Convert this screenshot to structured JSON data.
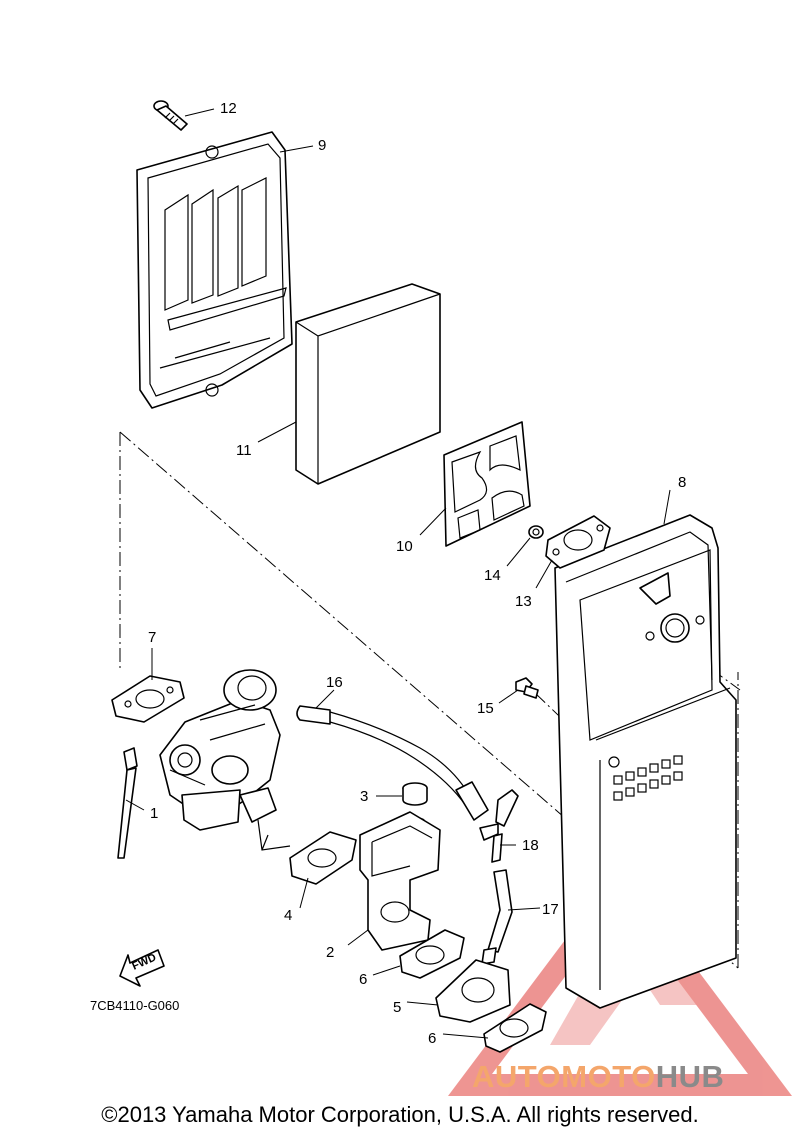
{
  "diagram": {
    "callouts": {
      "p1": "1",
      "p2": "2",
      "p3": "3",
      "p4": "4",
      "p5": "5",
      "p6a": "6",
      "p6b": "6",
      "p7": "7",
      "p8": "8",
      "p9": "9",
      "p10": "10",
      "p11": "11",
      "p12": "12",
      "p13": "13",
      "p14": "14",
      "p15": "15",
      "p16": "16",
      "p17": "17",
      "p18": "18"
    },
    "fwd_label": "FWD",
    "diagram_code": "7CB4110-G060"
  },
  "watermark": {
    "text_orange": "AUTOMOTO",
    "text_gray": "HUB",
    "colors": {
      "triangle": "#e8716e",
      "orange": "#f4a66b",
      "gray": "#8a8a8a"
    }
  },
  "footer": {
    "copyright": "©2013 Yamaha Motor Corporation, U.S.A. All rights reserved."
  }
}
